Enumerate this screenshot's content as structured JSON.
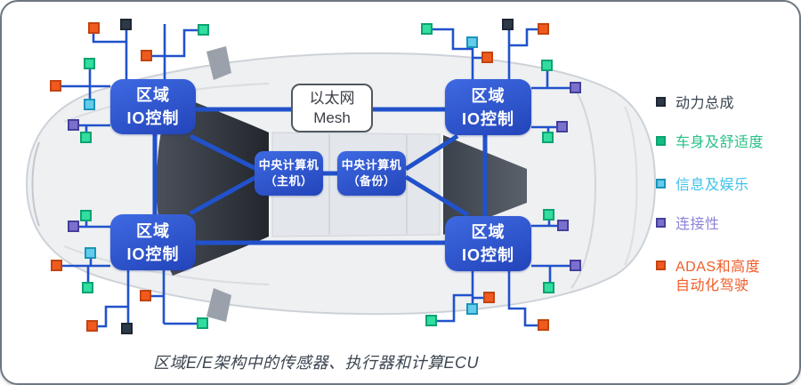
{
  "diagram": {
    "zone_box": {
      "line1": "区域",
      "line2": "IO控制"
    },
    "mesh_box": {
      "line1": "以太网",
      "line2": "Mesh"
    },
    "cpu_main": {
      "line1": "中央计算机",
      "line2": "（主机）"
    },
    "cpu_backup": {
      "line1": "中央计算机",
      "line2": "（备份）"
    },
    "caption": "区域E/E架构中的传感器、执行器和计算ECU"
  },
  "legend": {
    "items": [
      {
        "id": "powertrain",
        "label": "动力总成"
      },
      {
        "id": "body-comfort",
        "label": "车身及舒适度"
      },
      {
        "id": "infotainment",
        "label": "信息及娱乐"
      },
      {
        "id": "connectivity",
        "label": "连接性"
      },
      {
        "id": "adas",
        "label": "ADAS和高度\n自动化驾驶"
      }
    ]
  },
  "colors": {
    "line-blue": "#2152cb",
    "box-blue-1": "#3e6ae2",
    "box-blue-2": "#2344ba",
    "mesh-border": "#52585f",
    "mesh-text": "#393e45",
    "caption-text": "#3b4450",
    "powertrain-fill": "#2e3947",
    "powertrain-border": "#1d2632",
    "powertrain-text": "#39434f",
    "body-fill": "#31dd9f",
    "body-legend-fill": "#13bd80",
    "body-border": "#0da371",
    "body-text": "#27c087",
    "info-fill": "#63ccea",
    "info-border": "#1b94ba",
    "info-text": "#3ec1e9",
    "connect-fill": "#7b71cd",
    "connect-border": "#453f9b",
    "connect-text": "#8c83da",
    "adas-fill": "#f05a1e",
    "adas-border": "#c24410",
    "adas-text": "#f15c28"
  }
}
